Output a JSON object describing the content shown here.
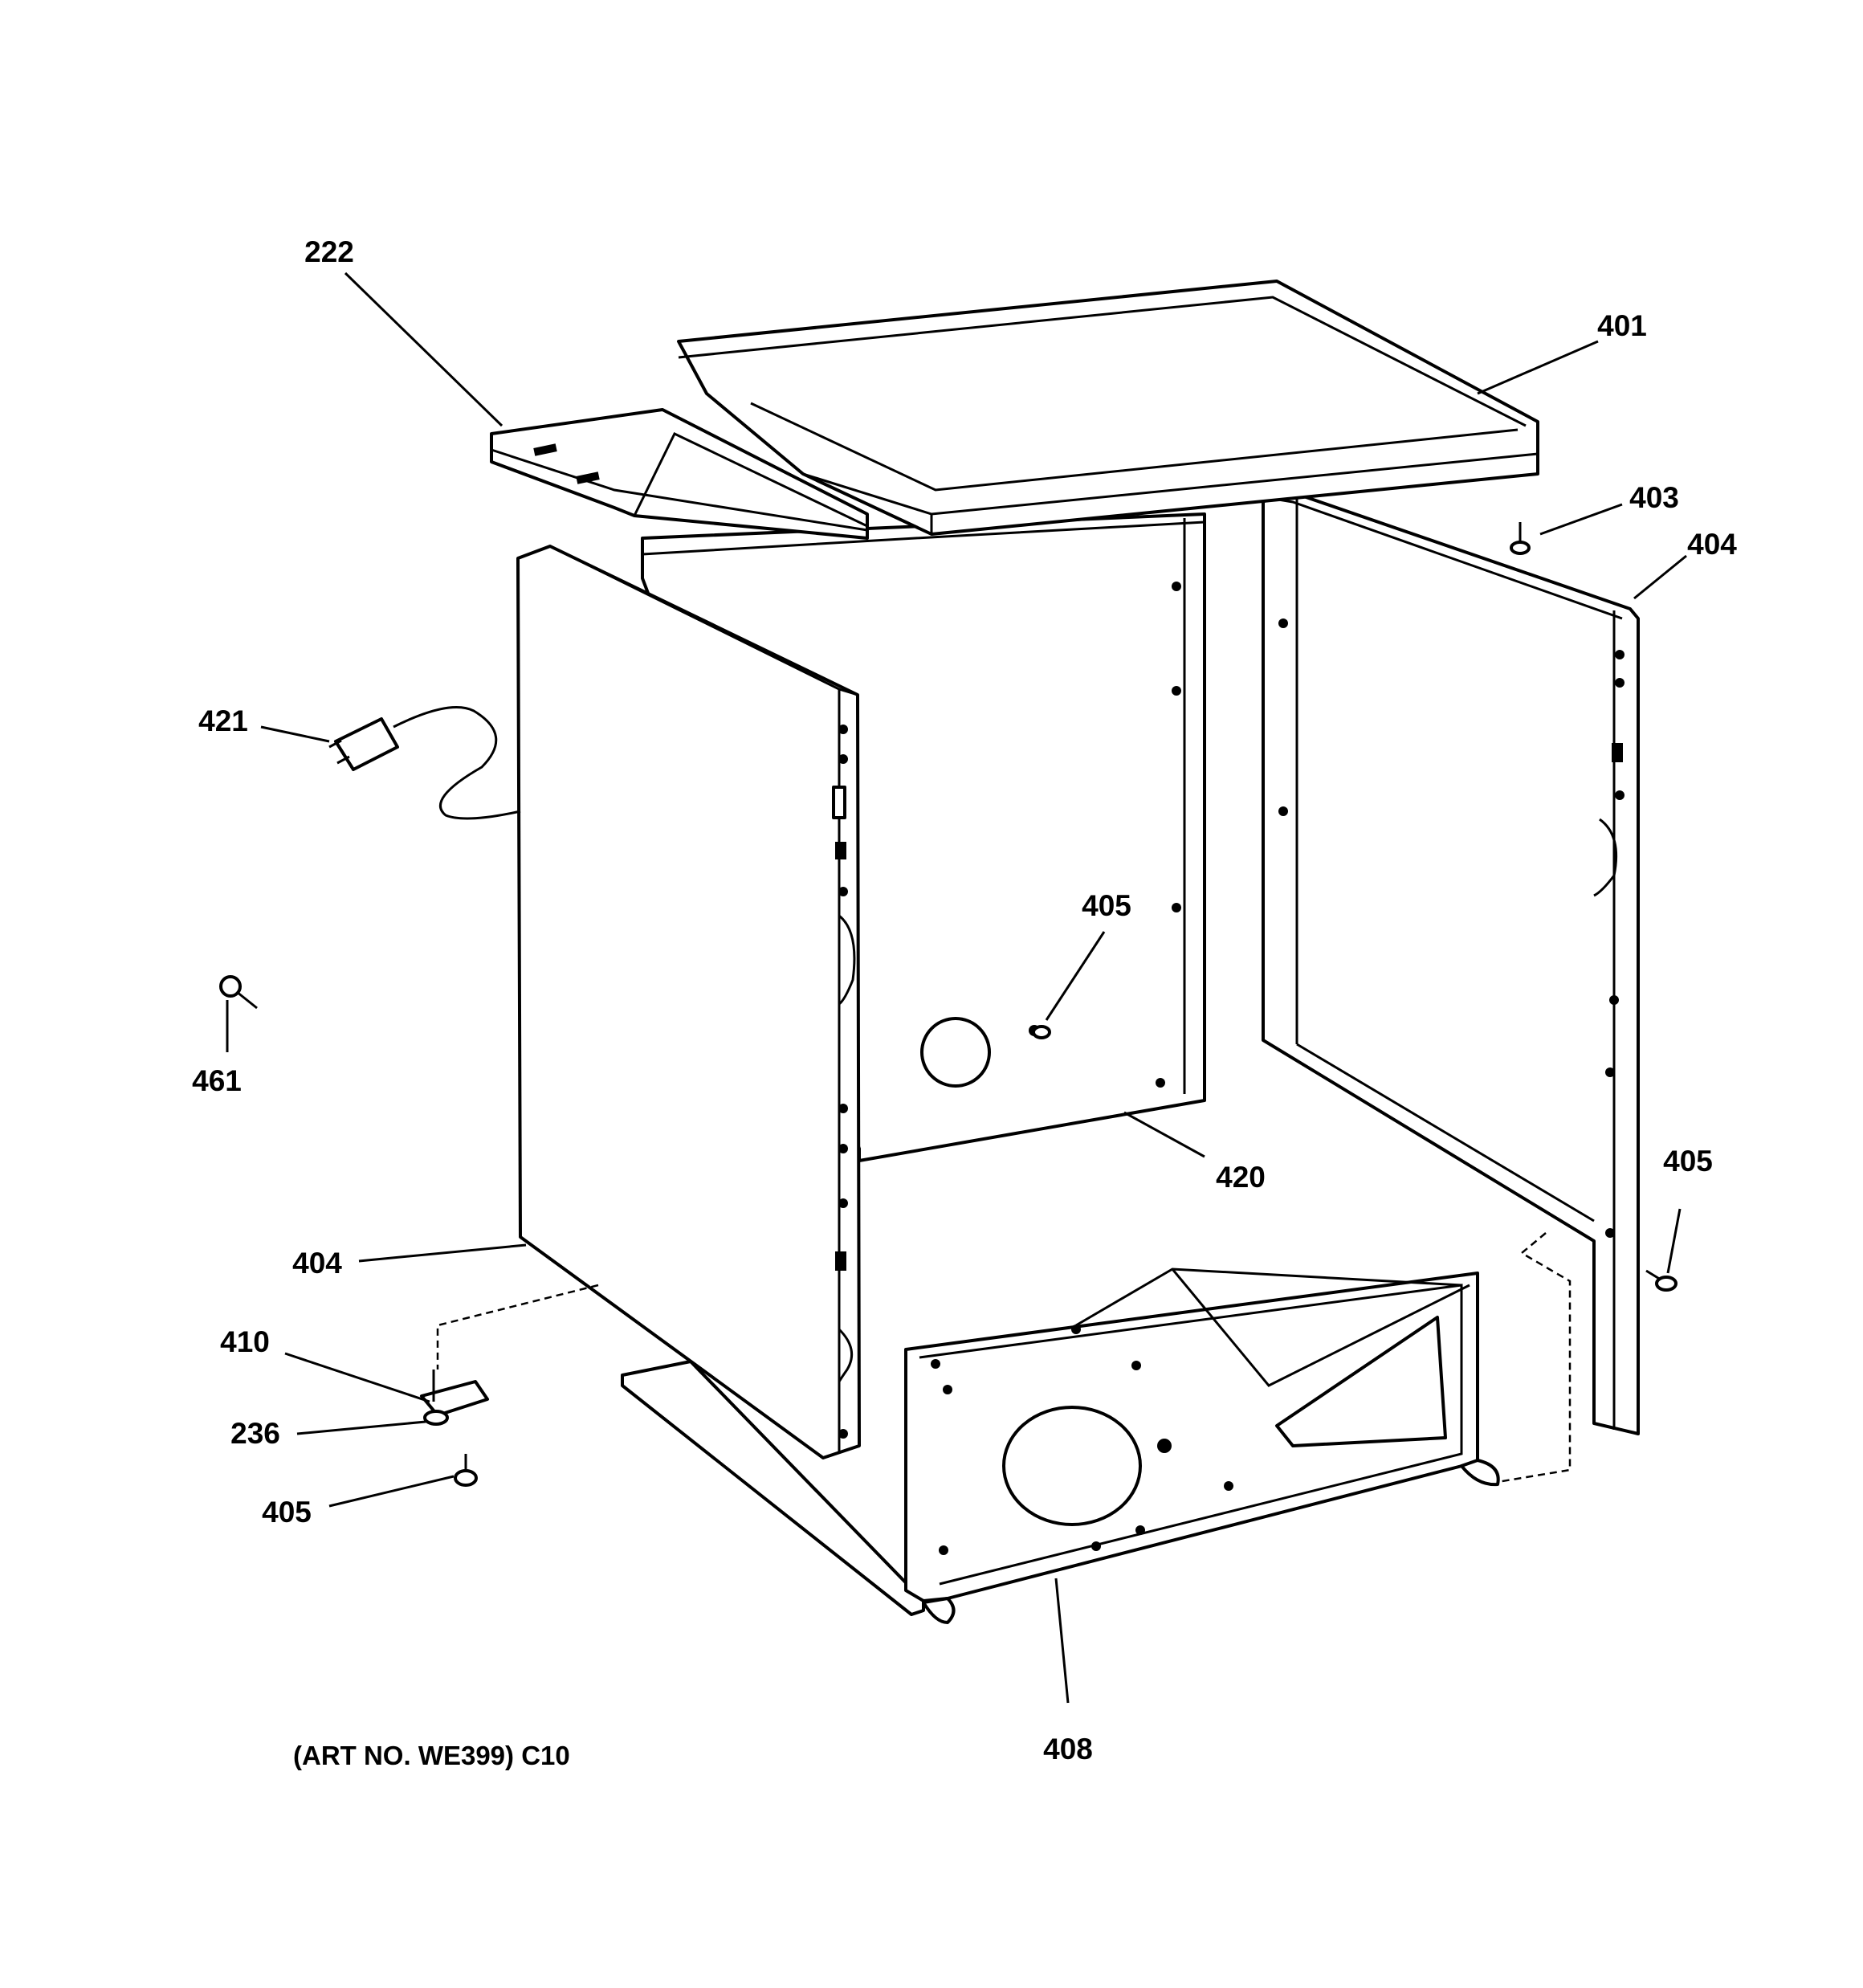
{
  "callouts": {
    "c222": "222",
    "c401": "401",
    "c403": "403",
    "c404_right": "404",
    "c421": "421",
    "c405_center": "405",
    "c461": "461",
    "c420": "420",
    "c405_right": "405",
    "c404_left": "404",
    "c410": "410",
    "c236": "236",
    "c405_left": "405",
    "c408": "408"
  },
  "caption": {
    "art_no": "(ART NO. WE399) C10"
  }
}
